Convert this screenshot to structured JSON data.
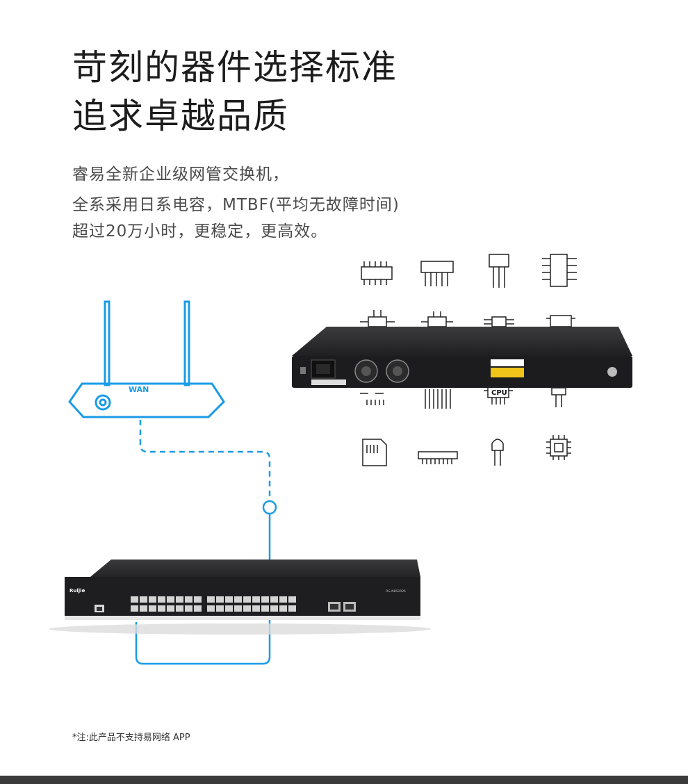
{
  "headline": {
    "line1": "苛刻的器件选择标准",
    "line2": "追求卓越品质"
  },
  "body": {
    "line1": "睿易全新企业级网管交换机，",
    "line2": "全系采用日系电容，MTBF(平均无故障时间)",
    "line3": "超过20万小时，更稳定，更高效。"
  },
  "router": {
    "label": "WAN"
  },
  "chip_label": "CPU",
  "switch": {
    "brand": "Ruijie",
    "model": "RG-NBS2026"
  },
  "footnote": "*注:此产品不支持易网络 APP",
  "colors": {
    "accent": "#1a9be6",
    "device_body": "#2a2a2c",
    "bottom_bar": "#3b3b3b"
  }
}
